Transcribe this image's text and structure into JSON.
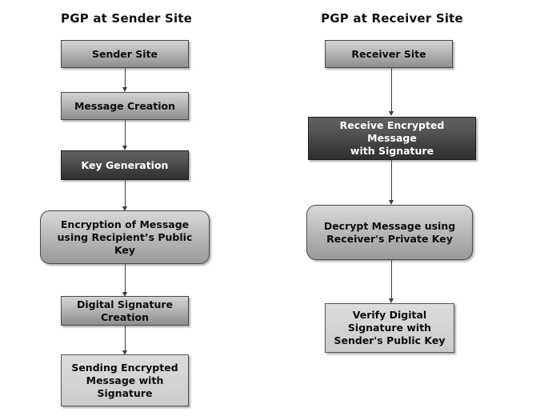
{
  "diagram": {
    "title_left": "PGP at Sender Site",
    "title_right": "PGP at Receiver Site",
    "colors": {
      "background": "#ffffff",
      "box_light_top": "#d2d2d2",
      "box_light_bottom": "#8e8e8e",
      "box_dark_top": "#606060",
      "box_dark_bottom": "#303030",
      "box_flat": "#d4d4d4",
      "border": "#4a4a4a",
      "text_dark": "#0d0d0d",
      "text_light": "#ffffff",
      "connector": "#3c3c3c"
    }
  },
  "sender": {
    "heading": "PGP at Sender Site",
    "nodes": [
      {
        "id": "sender-site",
        "label": "Sender Site",
        "style": "gradient",
        "shape": "rect"
      },
      {
        "id": "message-creation",
        "label": "Message Creation",
        "style": "gradient",
        "shape": "rect"
      },
      {
        "id": "key-generation",
        "label": "Key Generation",
        "style": "dark",
        "shape": "rect"
      },
      {
        "id": "encryption-of-message",
        "line1": "Encryption of Message",
        "line2": "using Recipient’s Public Key",
        "style": "gradient",
        "shape": "rounded"
      },
      {
        "id": "digital-signature-creation",
        "line1": "Digital Signature",
        "line2": "Creation",
        "style": "gradient",
        "shape": "rect"
      },
      {
        "id": "sending-encrypted-message",
        "line1": "Sending Encrypted",
        "line2": "Message with",
        "line3": "Signature",
        "style": "flat",
        "shape": "rect"
      }
    ]
  },
  "receiver": {
    "heading": "PGP at Receiver Site",
    "nodes": [
      {
        "id": "receiver-site",
        "label": "Receiver Site",
        "style": "gradient",
        "shape": "rect"
      },
      {
        "id": "receive-encrypted-message",
        "line1": "Receive Encrypted Message",
        "line2": "with Signature",
        "style": "dark",
        "shape": "rect"
      },
      {
        "id": "decrypt-message",
        "line1": "Decrypt Message using",
        "line2": "Receiver's Private Key",
        "style": "gradient",
        "shape": "rounded"
      },
      {
        "id": "verify-digital-signature",
        "line1": "Verify Digital",
        "line2": "Signature with",
        "line3": "Sender's Public Key",
        "style": "flat",
        "shape": "rect"
      }
    ]
  }
}
